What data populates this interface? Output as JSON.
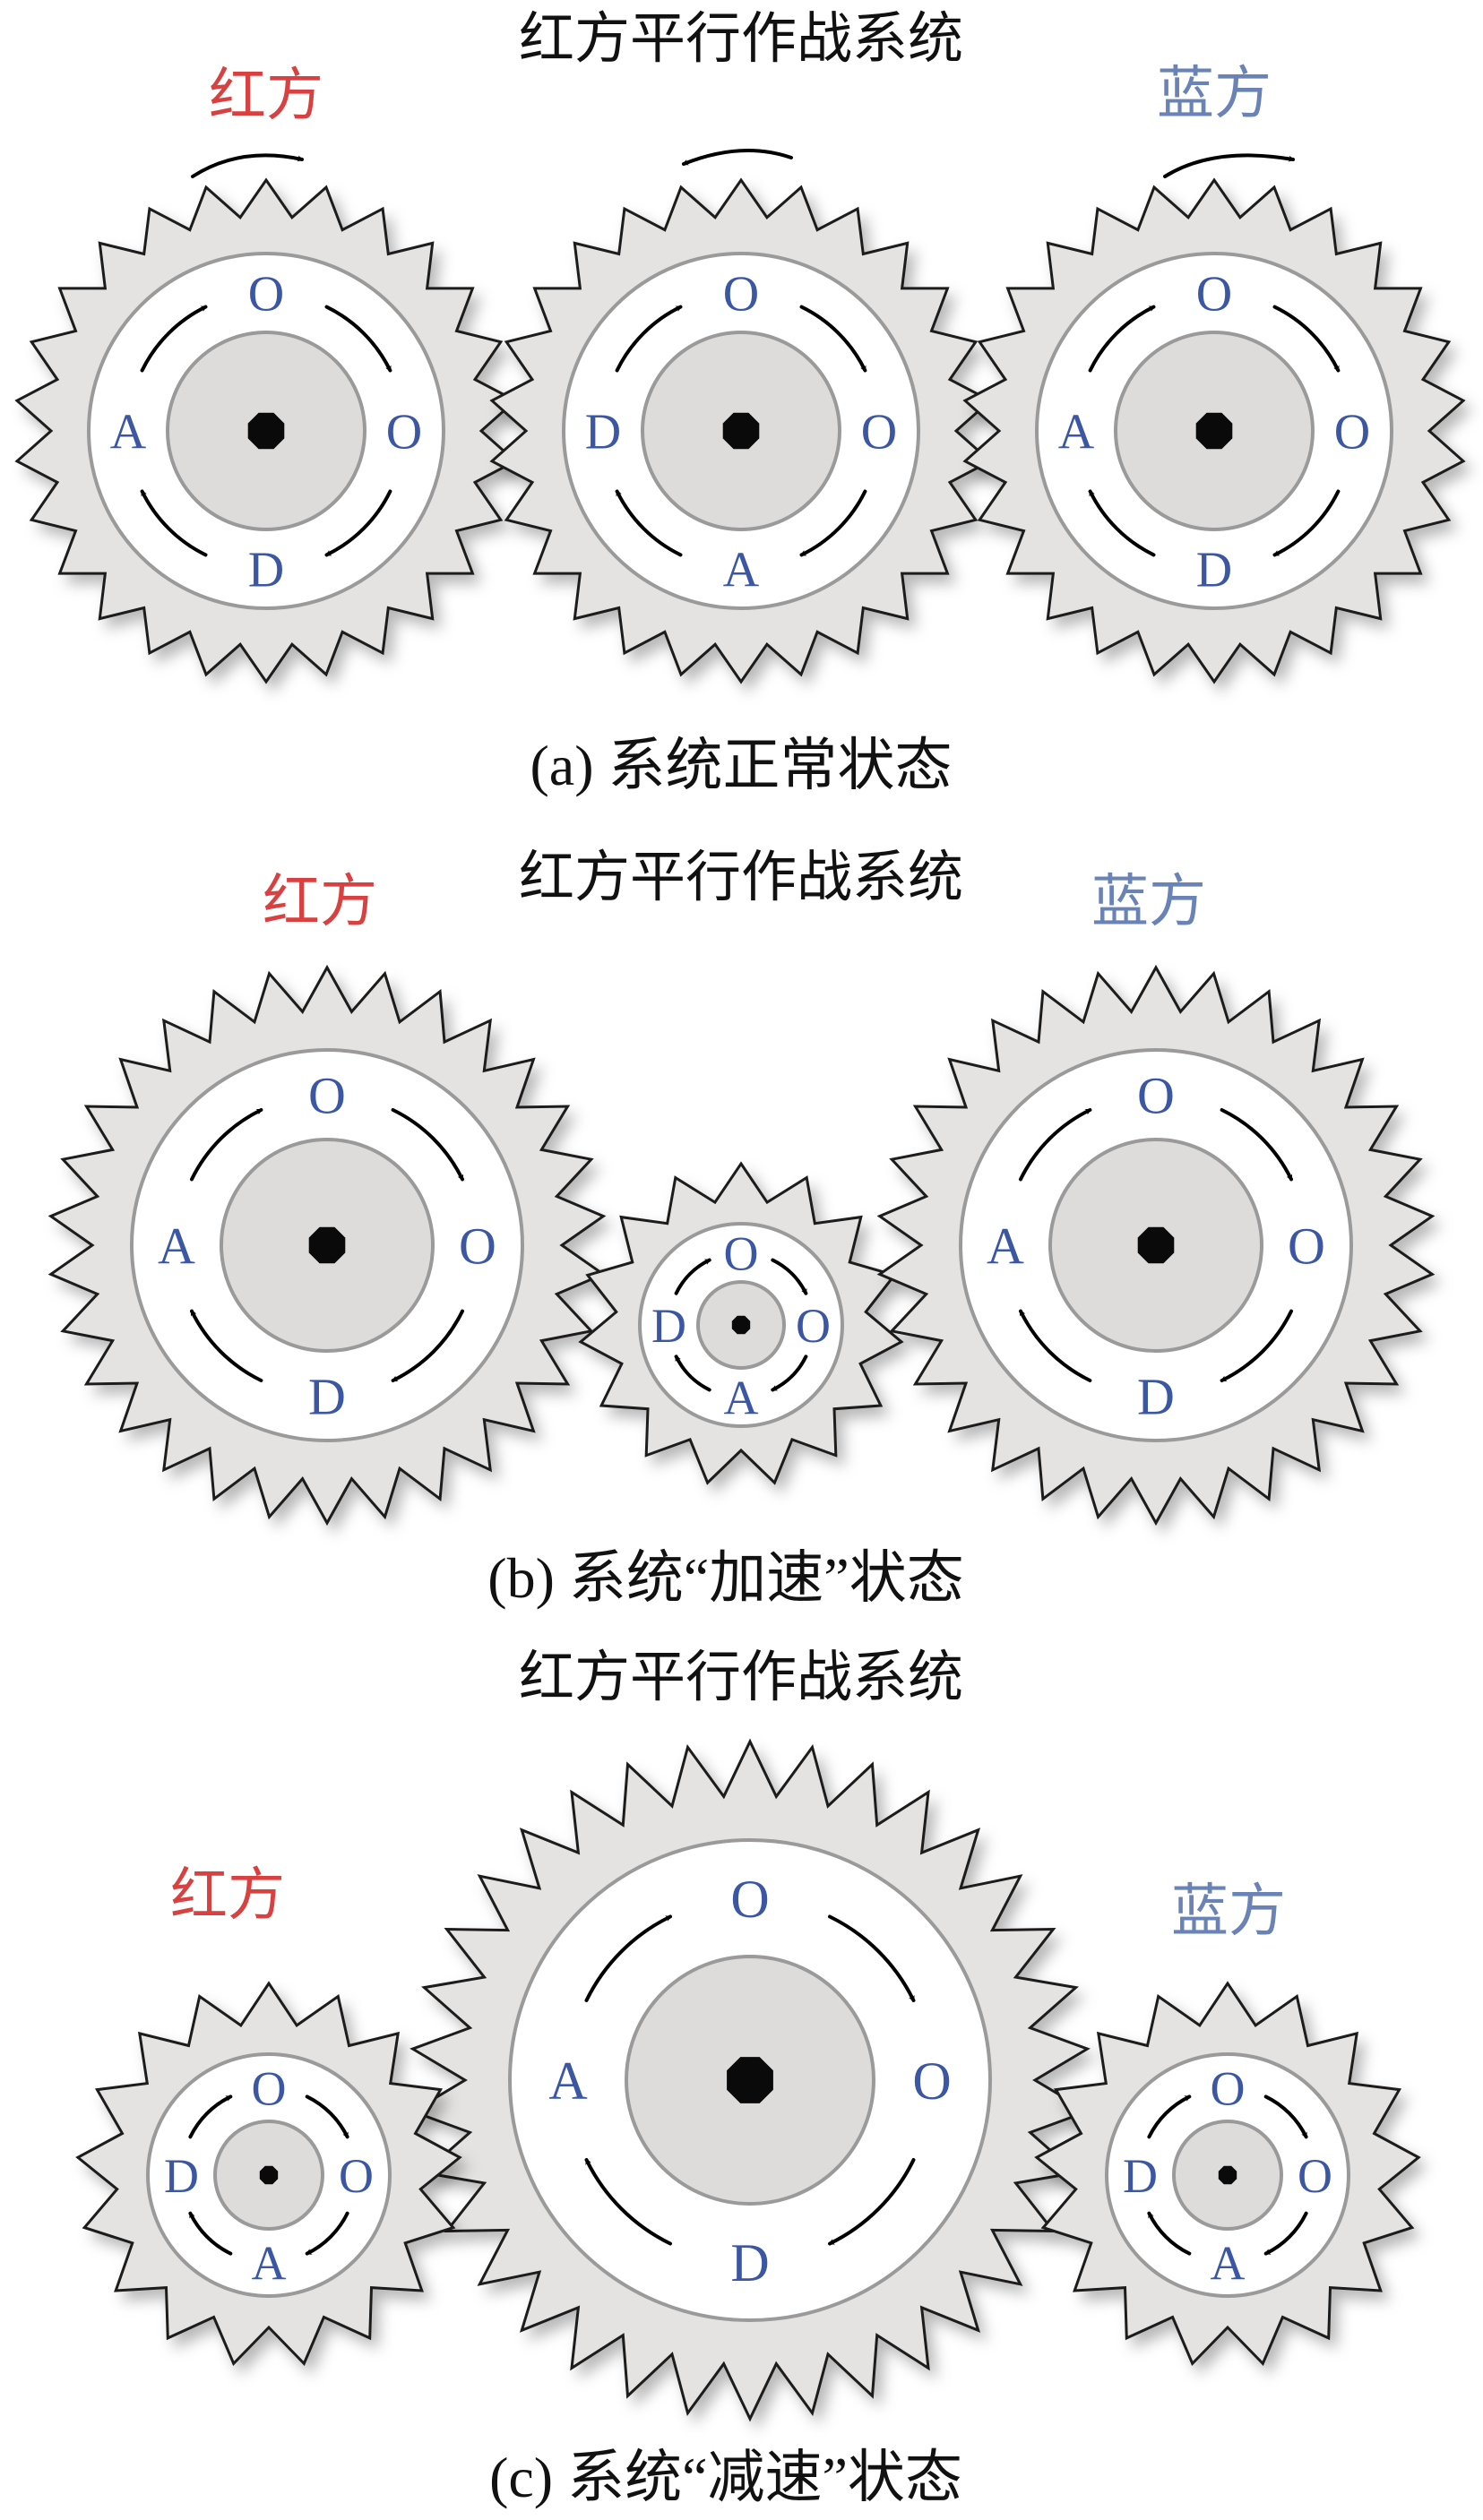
{
  "colors": {
    "red_side": "#d94040",
    "blue_side": "#6a83b6",
    "phase_letter": "#3b57a4",
    "gear_fill": "#e5e3e1",
    "gear_outline": "#1a1a1a",
    "arrow": "#000000"
  },
  "panels": [
    {
      "title": "红方平行作战系统",
      "caption": "(a) 系统正常状态",
      "red_label": "红方",
      "blue_label": "蓝方",
      "rotation": [
        "clockwise",
        "counterclockwise",
        "clockwise"
      ],
      "gears": [
        {
          "role": "red",
          "phases": {
            "top": "O",
            "right": "O",
            "bottom": "D",
            "left": "A"
          }
        },
        {
          "role": "middle",
          "phases": {
            "top": "O",
            "right": "O",
            "bottom": "A",
            "left": "D"
          }
        },
        {
          "role": "blue",
          "phases": {
            "top": "O",
            "right": "O",
            "bottom": "D",
            "left": "A"
          }
        }
      ]
    },
    {
      "title": "红方平行作战系统",
      "caption": "(b) 系统“加速”状态",
      "red_label": "红方",
      "blue_label": "蓝方",
      "gears": [
        {
          "role": "red",
          "phases": {
            "top": "O",
            "right": "O",
            "bottom": "D",
            "left": "A"
          }
        },
        {
          "role": "middle",
          "phases": {
            "top": "O",
            "right": "O",
            "bottom": "A",
            "left": "D"
          }
        },
        {
          "role": "blue",
          "phases": {
            "top": "O",
            "right": "O",
            "bottom": "D",
            "left": "A"
          }
        }
      ]
    },
    {
      "title": "红方平行作战系统",
      "caption": "(c) 系统“减速”状态",
      "red_label": "红方",
      "blue_label": "蓝方",
      "gears": [
        {
          "role": "red",
          "phases": {
            "top": "O",
            "right": "O",
            "bottom": "A",
            "left": "D"
          }
        },
        {
          "role": "middle",
          "phases": {
            "top": "O",
            "right": "O",
            "bottom": "D",
            "left": "A"
          }
        },
        {
          "role": "blue",
          "phases": {
            "top": "O",
            "right": "O",
            "bottom": "A",
            "left": "D"
          }
        }
      ]
    }
  ]
}
